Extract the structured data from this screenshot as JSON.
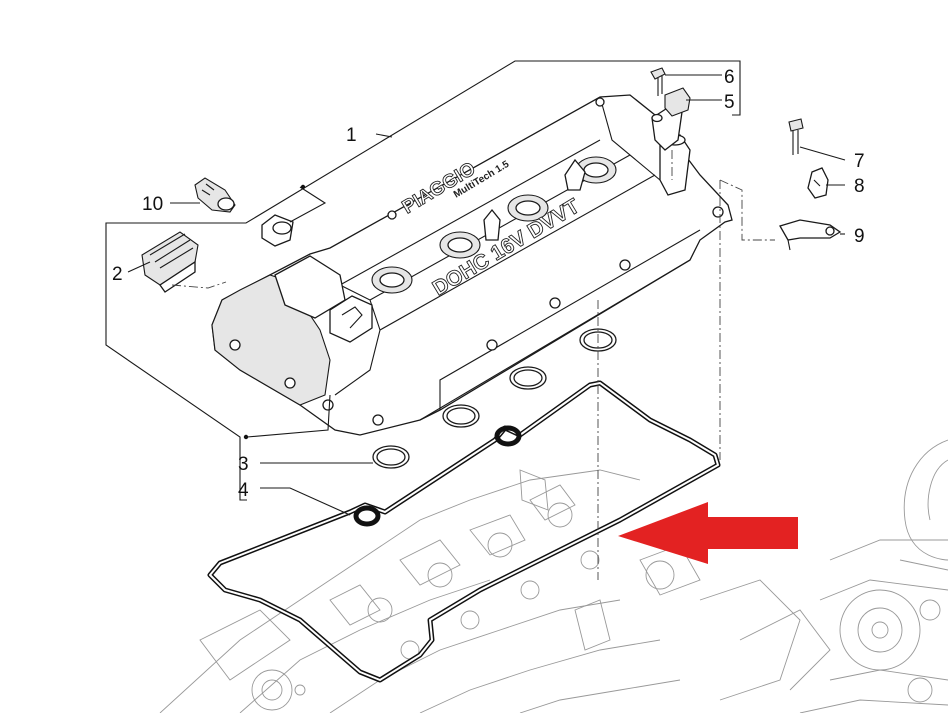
{
  "diagram": {
    "callouts": [
      {
        "id": "1",
        "label": "1"
      },
      {
        "id": "2",
        "label": "2"
      },
      {
        "id": "3",
        "label": "3"
      },
      {
        "id": "4",
        "label": "4"
      },
      {
        "id": "5",
        "label": "5"
      },
      {
        "id": "6",
        "label": "6"
      },
      {
        "id": "7",
        "label": "7"
      },
      {
        "id": "8",
        "label": "8"
      },
      {
        "id": "9",
        "label": "9"
      },
      {
        "id": "10",
        "label": "10"
      }
    ],
    "cover_markings": {
      "brand": "PIAGGIO",
      "model": "MultiTech 1.5",
      "engine": "DOHC 16V DVVT"
    },
    "highlight_arrow": {
      "color": "#e32222",
      "target": "4"
    },
    "line_color": "#1a1a1a"
  }
}
